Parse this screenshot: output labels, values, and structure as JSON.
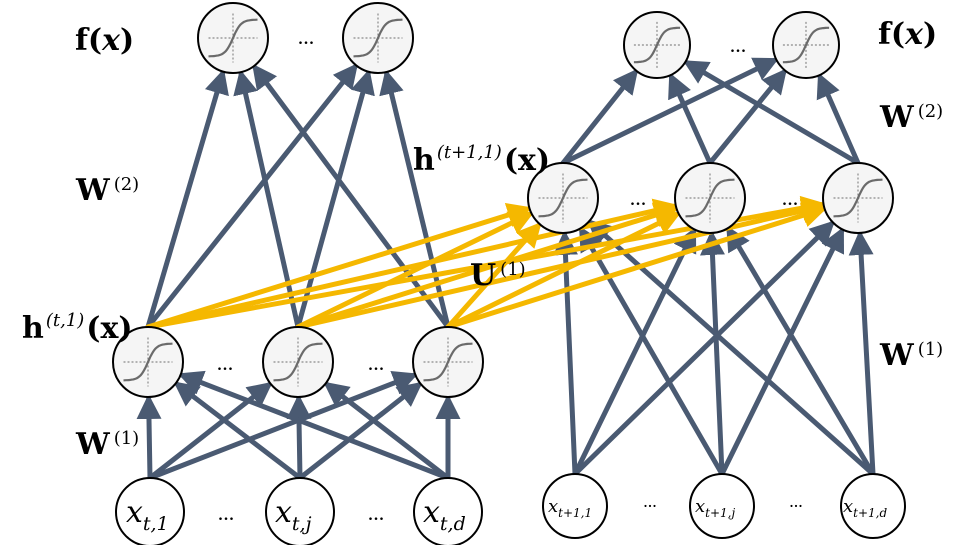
{
  "colors": {
    "edge": "#4a5a72",
    "recurrent_edge": "#f5b800",
    "node_fill": "#f5f5f5",
    "input_fill": "#ffffff",
    "stroke": "#000000"
  },
  "labels": {
    "f_left": {
      "main": "f(",
      "var": "x",
      "close": ")"
    },
    "f_right": {
      "main": "f(",
      "var": "x",
      "close": ")"
    },
    "w2_left": {
      "main": "W",
      "sup": "(2)"
    },
    "w2_right": {
      "main": "W",
      "sup": "(2)"
    },
    "w1_left": {
      "main": "W",
      "sup": "(1)"
    },
    "w1_right": {
      "main": "W",
      "sup": "(1)"
    },
    "u1": {
      "main": "U",
      "sup": "(1)"
    },
    "h_left": {
      "main": "h",
      "sup": "(t,1)",
      "arg": "(x)"
    },
    "h_right": {
      "main": "h",
      "sup": "(t+1,1)",
      "arg": "(x)"
    }
  },
  "ellipsis": "...",
  "left_inputs": [
    {
      "var": "x",
      "sub": "t,1"
    },
    {
      "var": "x",
      "sub": "t,j"
    },
    {
      "var": "x",
      "sub": "t,d"
    }
  ],
  "right_inputs": [
    {
      "var": "x",
      "sub": "t+1,1"
    },
    {
      "var": "x",
      "sub": "t+1,j"
    },
    {
      "var": "x",
      "sub": "t+1,d"
    }
  ]
}
